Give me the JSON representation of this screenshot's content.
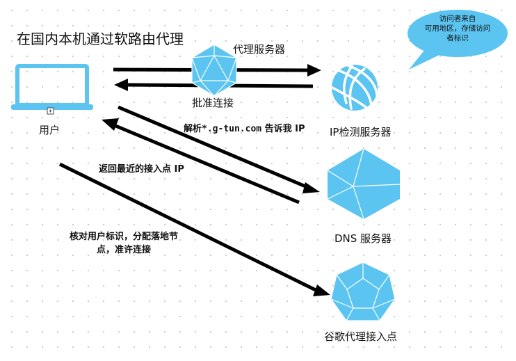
{
  "title": "在国内本机通过软路由代理",
  "nodes": {
    "user": "用户",
    "proxy_server": "代理服务器",
    "ip_detect_server": "IP检测服务器",
    "dns_server": "DNS 服务器",
    "google_proxy": "谷歌代理接入点"
  },
  "edges": {
    "approve": "批准连接",
    "resolve_prefix": "解析",
    "resolve_domain": "*.g-tun.com",
    "resolve_suffix": " 告诉我 IP",
    "return_ip": "返回最近的接入点 IP",
    "verify_line1": "核对用户标识，分配落地节",
    "verify_line2": "点，准许连接"
  },
  "bubble": {
    "line1": "访问者来自",
    "line2": "可用地区，存储访问",
    "line3": "者标识"
  },
  "colors": {
    "shape_fill": "#5bc4f1",
    "shape_stroke": "#ffffff",
    "laptop": "#5bc4f1",
    "arrow": "#000000"
  }
}
